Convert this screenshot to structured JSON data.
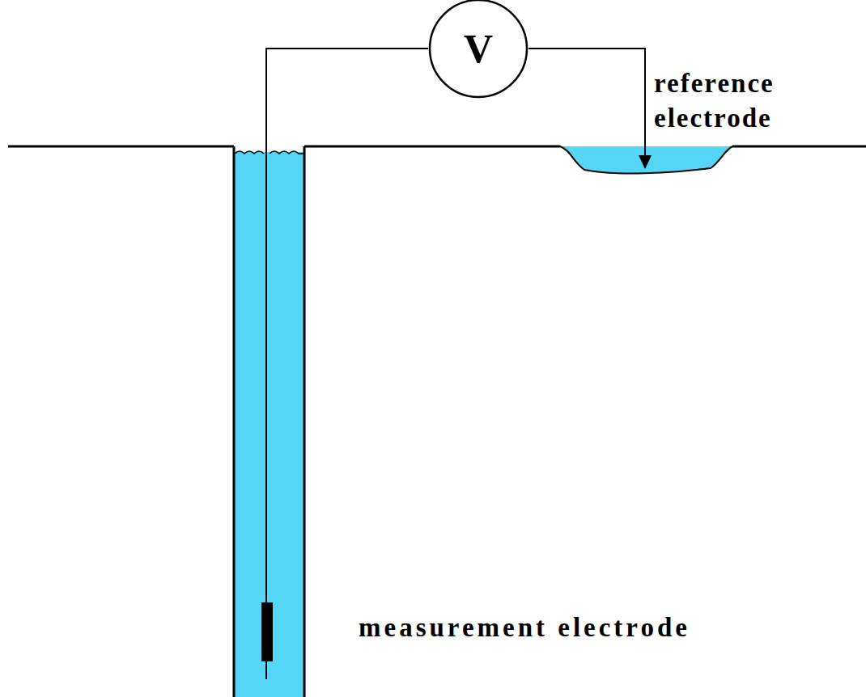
{
  "diagram": {
    "nodes": [
      {
        "text": [
          "V"
        ]
      }
    ],
    "labels": [
      "reference electrode",
      "measurement electrode"
    ]
  }
}
